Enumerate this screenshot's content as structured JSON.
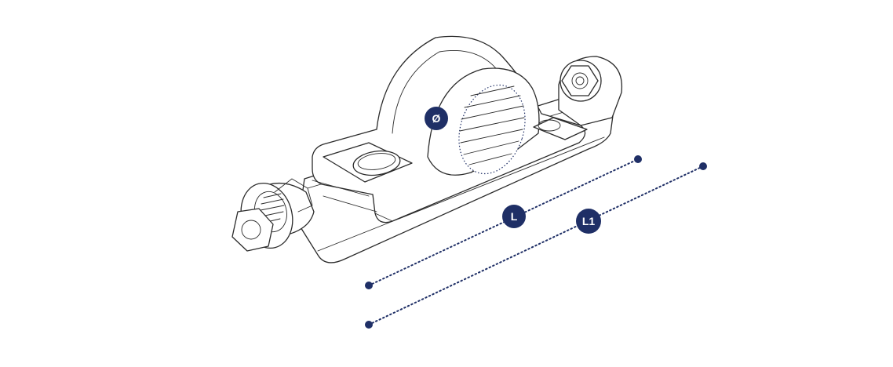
{
  "labels": {
    "diameter": "Ø",
    "length": "L",
    "length_total": "L1"
  },
  "colors": {
    "accent": "#1f2f66",
    "outline": "#2b2b2b",
    "background": "#ffffff"
  }
}
